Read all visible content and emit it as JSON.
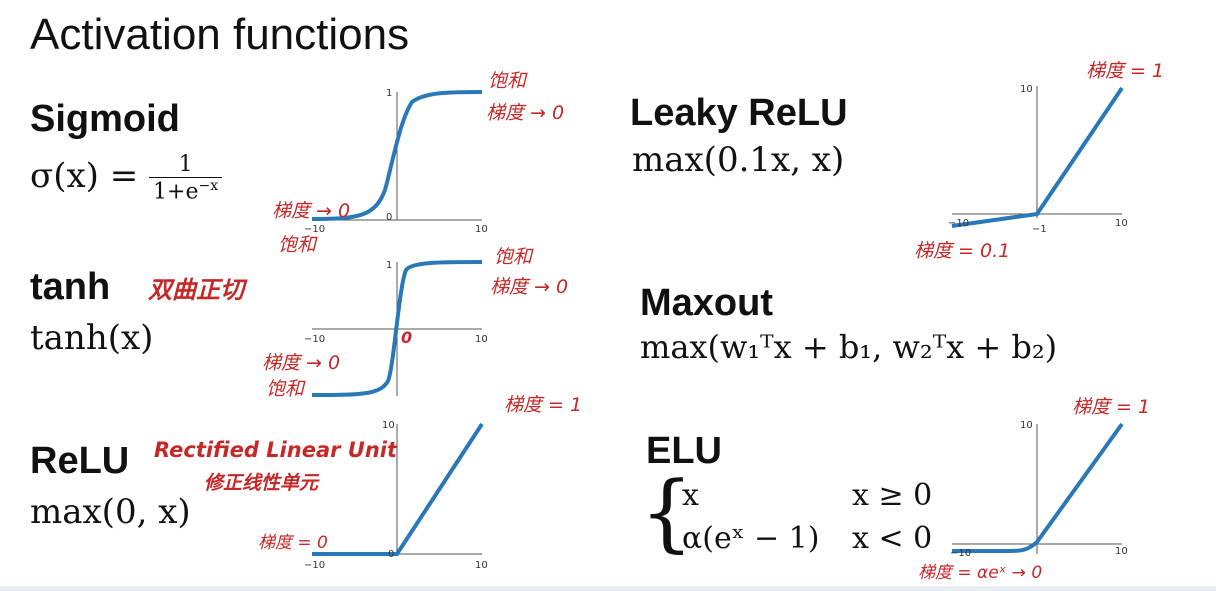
{
  "slide": {
    "title": "Activation functions"
  },
  "sigmoid": {
    "name": "Sigmoid",
    "formula_lhs": "σ(x) =",
    "frac_num": "1",
    "frac_den": "1+e",
    "frac_den_exp": "−x",
    "ticks": {
      "y_top": "1",
      "y_bottom": "0",
      "x_left": "−10",
      "x_right": "10"
    },
    "notes": {
      "sat_top": "饱和",
      "grad_top": "梯度 → 0",
      "grad_bottom": "梯度 → 0",
      "sat_bottom": "饱和"
    }
  },
  "tanh": {
    "name": "tanh",
    "formula": "tanh(x)",
    "annotation": "双曲正切",
    "ticks": {
      "y_top": "1",
      "x_left": "−10",
      "x_right": "10"
    },
    "notes": {
      "sat_top": "饱和",
      "grad_top": "梯度 → 0",
      "zero": "0",
      "grad_bottom": "梯度 → 0",
      "sat_bottom": "饱和"
    }
  },
  "relu": {
    "name": "ReLU",
    "formula": "max(0, x)",
    "annotation_en": "Rectified Linear Unit",
    "annotation_cn": "修正线性单元",
    "ticks": {
      "y_top": "10",
      "y_zero": "0",
      "x_left": "−10",
      "x_right": "10"
    },
    "notes": {
      "grad_pos": "梯度 = 1",
      "grad_zero": "梯度 = 0"
    }
  },
  "leaky_relu": {
    "name": "Leaky ReLU",
    "formula": "max(0.1x, x)",
    "ticks": {
      "y_top": "10",
      "x_left": "−10",
      "x_mid": "−1",
      "x_right": "10"
    },
    "notes": {
      "grad_pos": "梯度 = 1",
      "grad_neg": "梯度 = 0.1"
    }
  },
  "maxout": {
    "name": "Maxout",
    "formula": "max(w₁ᵀx + b₁, w₂ᵀx + b₂)"
  },
  "elu": {
    "name": "ELU",
    "case1_expr": "x",
    "case1_cond": "x ≥ 0",
    "case2_expr": "α(eˣ − 1)",
    "case2_cond": "x < 0",
    "ticks": {
      "y_top": "10",
      "x_left": "−10",
      "x_right": "10"
    },
    "notes": {
      "grad_pos": "梯度 = 1",
      "grad_neg": "梯度 = αeˣ → 0"
    }
  },
  "colors": {
    "curve": "#2a78b8",
    "note": "#c62828",
    "axis": "#555555"
  }
}
